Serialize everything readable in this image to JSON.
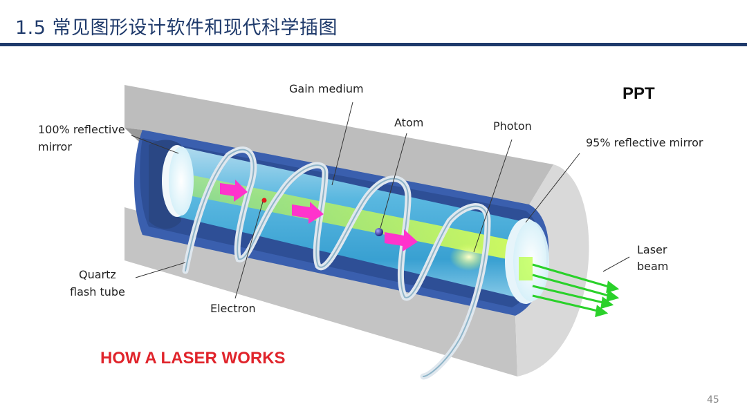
{
  "slide": {
    "title": "1.5 常见图形设计软件和现代科学插图",
    "page_number": "45"
  },
  "diagram": {
    "tag": "PPT",
    "caption": "HOW A LASER WORKS",
    "labels": {
      "gain_medium": "Gain medium",
      "mirror_full_line1": "100% reflective",
      "mirror_full_line2": "mirror",
      "atom": "Atom",
      "photon": "Photon",
      "mirror_partial": "95% reflective mirror",
      "laser_beam_line1": "Laser",
      "laser_beam_line2": "beam",
      "flash_tube_line1": "Quartz",
      "flash_tube_line2": "flash tube",
      "electron": "Electron"
    },
    "colors": {
      "title": "#1f3a6b",
      "caption": "#e0242b",
      "housing_outer": "#c8c8c8",
      "housing_inner": "#3a5fae",
      "rod": "#6cc9ea",
      "beam_core": "#b7f03a",
      "photon_arrow": "#ff33cc",
      "laser_beam": "#2ad12a"
    }
  }
}
